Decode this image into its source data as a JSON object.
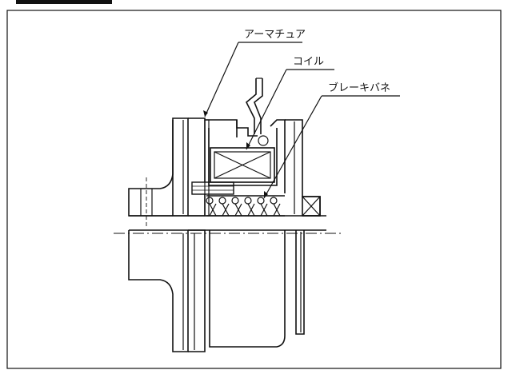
{
  "labels": {
    "armature": "アーマチュア",
    "coil": "コイル",
    "brake_spring": "ブレーキバネ"
  },
  "colors": {
    "line": "#111111",
    "background": "#ffffff"
  }
}
